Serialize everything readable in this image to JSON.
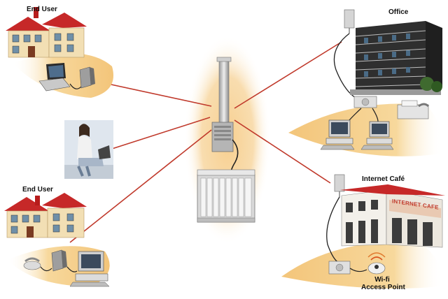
{
  "labels": {
    "end_user_top": "End User",
    "end_user_bottom": "End User",
    "office": "Office",
    "internet_cafe": "Internet Café",
    "cafe_sign": "INTERNET CAFE",
    "wifi_line1": "Wi-fi",
    "wifi_line2": "Access Point"
  },
  "colors": {
    "link_line": "#c0392b",
    "glow": "#f3c27a",
    "roof": "#c62828",
    "house_wall": "#f2dfb4",
    "ground": "#f6d99a"
  },
  "icons": [
    "house",
    "laptop",
    "modem",
    "person-with-laptop",
    "base-station-tower",
    "network-rack",
    "office-building",
    "desktop-computer",
    "fax-machine",
    "internet-cafe-building",
    "wifi-access-point",
    "telephone"
  ]
}
